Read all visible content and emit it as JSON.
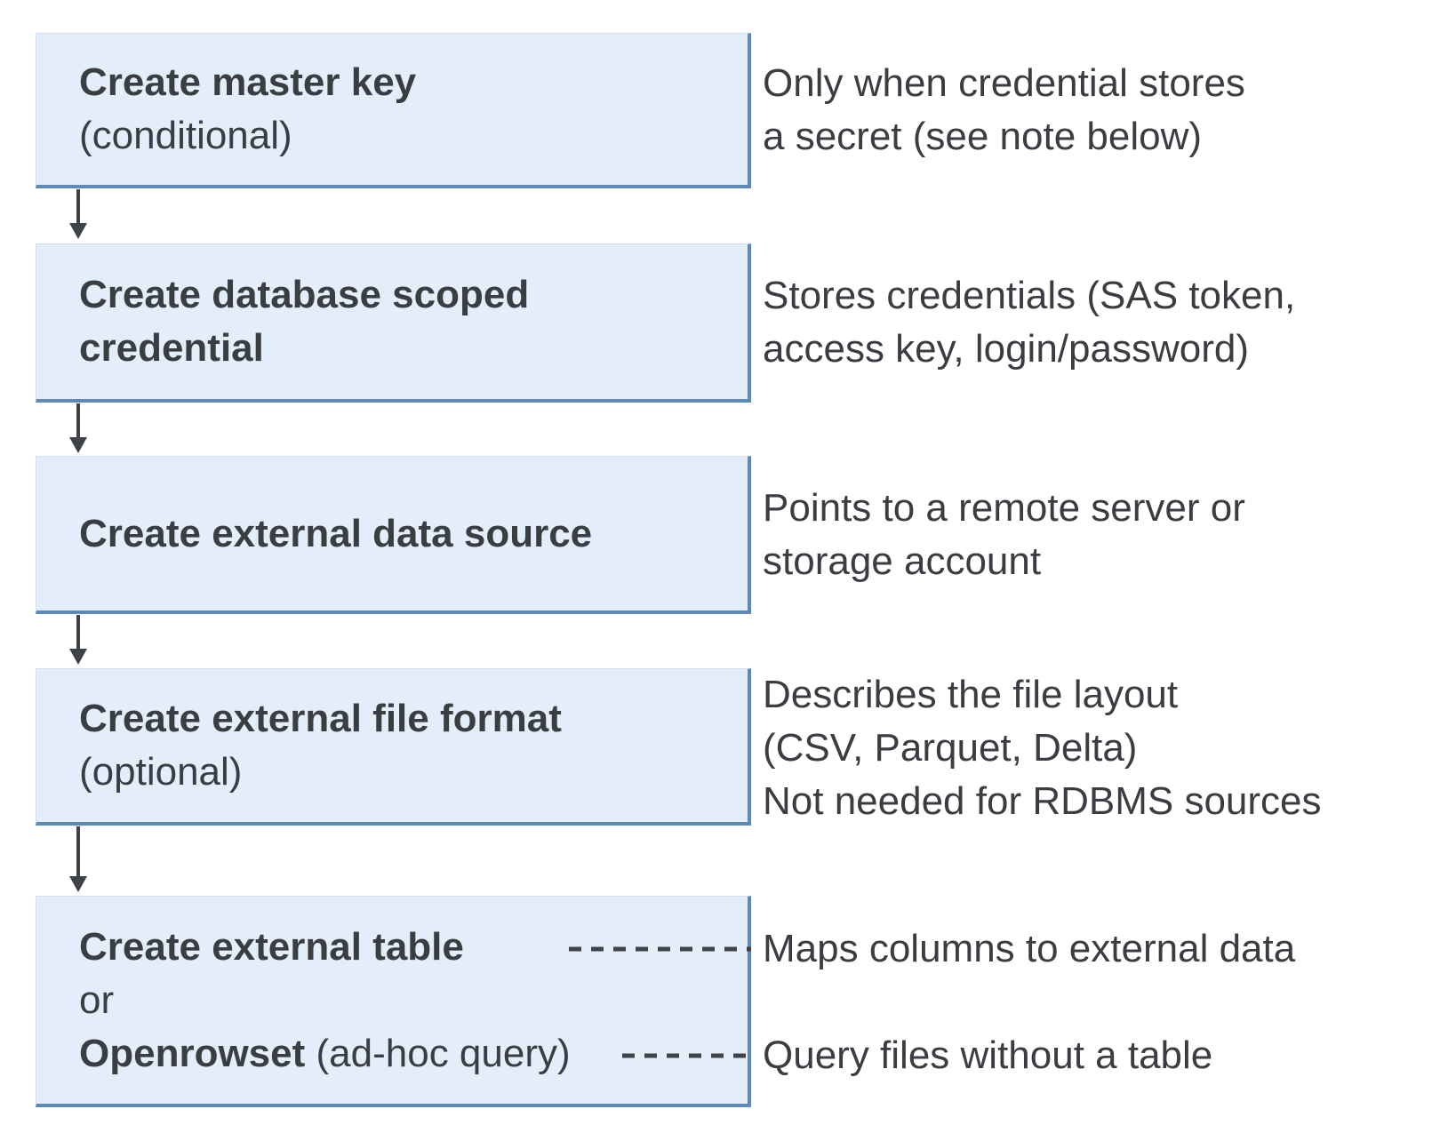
{
  "palette": {
    "box_fill": "#e4eefb",
    "box_border": "#5d89ba",
    "box_edge": "#cfe0f4",
    "text": "#3a3e43",
    "arrow": "#3f4347",
    "bg": "#ffffff"
  },
  "flow": {
    "steps": [
      {
        "title": "Create master key",
        "subtitle": "(conditional)",
        "note_lines": [
          "Only when credential stores",
          "a secret (see note below)"
        ]
      },
      {
        "title_lines": [
          "Create database scoped",
          "credential"
        ],
        "note_lines": [
          "Stores credentials (SAS token,",
          "access key, login/password)"
        ]
      },
      {
        "title": "Create external data source",
        "note_lines": [
          "Points to a remote server or",
          "storage account"
        ]
      },
      {
        "title": "Create external file format",
        "subtitle": "(optional)",
        "note_lines": [
          "Describes the file layout",
          "(CSV, Parquet, Delta)",
          "Not needed for RDBMS sources"
        ]
      },
      {
        "option1_bold": "Create external table",
        "conjunction": "or",
        "option2_bold": "Openrowset",
        "option2_rest": " (ad-hoc query)",
        "option1_note": "Maps columns to external data",
        "option2_note": "Query files without a table"
      }
    ]
  }
}
